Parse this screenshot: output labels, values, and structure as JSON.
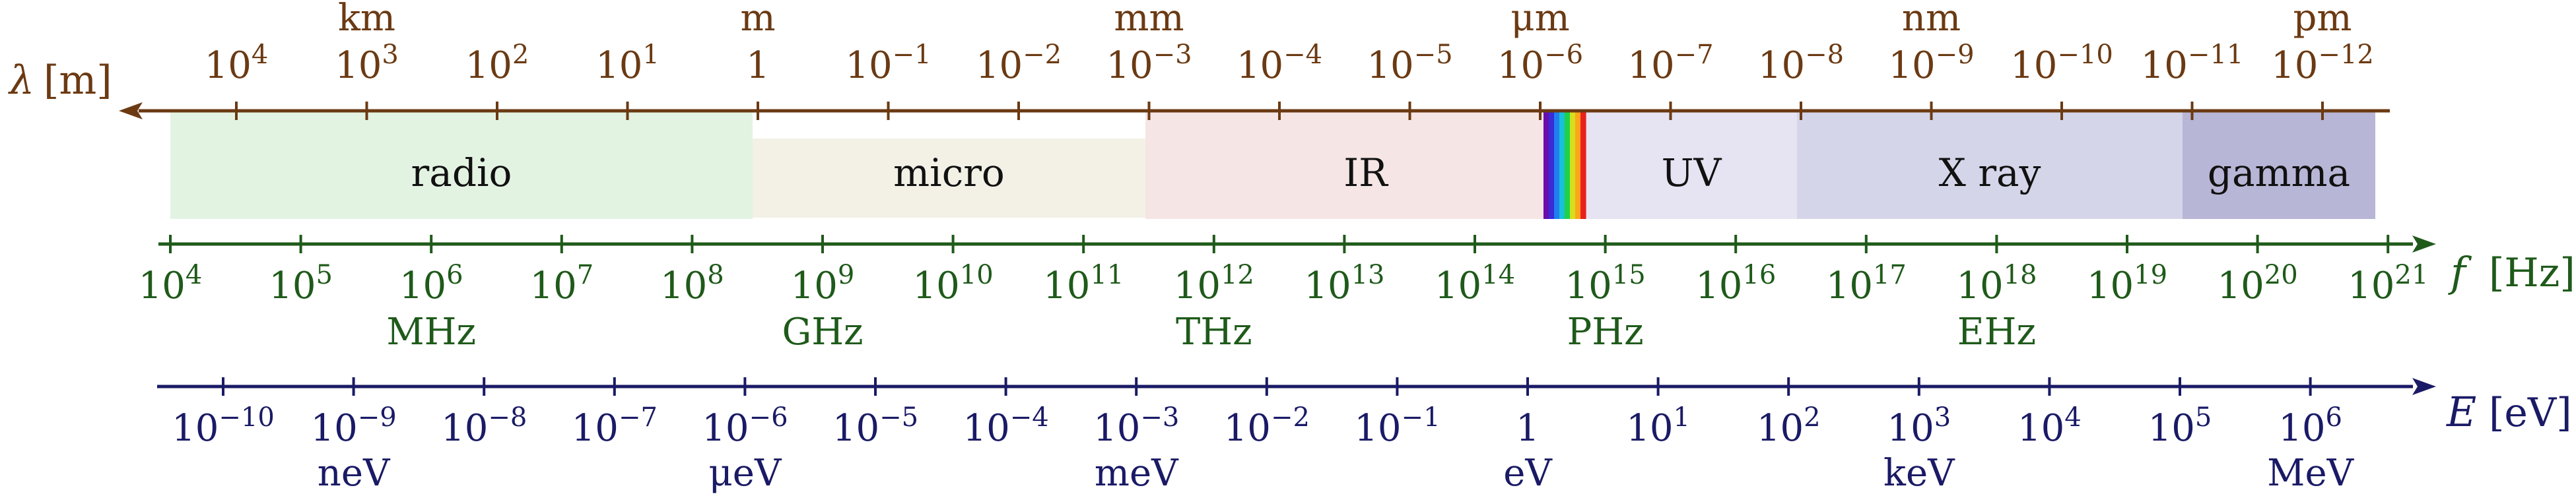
{
  "colors": {
    "wavelength": "#6b3a13",
    "frequency": "#1f5a1a",
    "energy": "#1a1a66",
    "rainbow": [
      "#6a0dad",
      "#3a2ad8",
      "#1f7ff0",
      "#18c0d8",
      "#1fd14a",
      "#d4e01c",
      "#ffa51c",
      "#e8211c"
    ]
  },
  "wavelength_axis": {
    "symbol": "λ",
    "unit": "[m]",
    "labels": [
      {
        "base": "10",
        "exp": "4"
      },
      {
        "base": "10",
        "exp": "3"
      },
      {
        "base": "10",
        "exp": "2"
      },
      {
        "base": "10",
        "exp": "1"
      },
      {
        "base": "1",
        "exp": ""
      },
      {
        "base": "10",
        "exp": "−1"
      },
      {
        "base": "10",
        "exp": "−2"
      },
      {
        "base": "10",
        "exp": "−3"
      },
      {
        "base": "10",
        "exp": "−4"
      },
      {
        "base": "10",
        "exp": "−5"
      },
      {
        "base": "10",
        "exp": "−6"
      },
      {
        "base": "10",
        "exp": "−7"
      },
      {
        "base": "10",
        "exp": "−8"
      },
      {
        "base": "10",
        "exp": "−9"
      },
      {
        "base": "10",
        "exp": "−10"
      },
      {
        "base": "10",
        "exp": "−11"
      },
      {
        "base": "10",
        "exp": "−12"
      }
    ],
    "unit_names": [
      {
        "label": "km",
        "at": 1
      },
      {
        "label": "m",
        "at": 4
      },
      {
        "label": "mm",
        "at": 7
      },
      {
        "label": "μm",
        "at": 10
      },
      {
        "label": "nm",
        "at": 13
      },
      {
        "label": "pm",
        "at": 16
      }
    ]
  },
  "bands": [
    {
      "label": "radio",
      "color": "#e3f3e2"
    },
    {
      "label": "micro",
      "color": "#f3f1e6"
    },
    {
      "label": "IR",
      "color": "#f6e5e5"
    },
    {
      "label": "UV",
      "color": "#e6e3f3"
    },
    {
      "label": "X ray",
      "color": "#d4d5e8"
    },
    {
      "label": "gamma",
      "color": "#b7b6d6"
    }
  ],
  "frequency_axis": {
    "symbol": "f",
    "unit": "[Hz]",
    "labels": [
      {
        "base": "10",
        "exp": "4"
      },
      {
        "base": "10",
        "exp": "5"
      },
      {
        "base": "10",
        "exp": "6"
      },
      {
        "base": "10",
        "exp": "7"
      },
      {
        "base": "10",
        "exp": "8"
      },
      {
        "base": "10",
        "exp": "9"
      },
      {
        "base": "10",
        "exp": "10"
      },
      {
        "base": "10",
        "exp": "11"
      },
      {
        "base": "10",
        "exp": "12"
      },
      {
        "base": "10",
        "exp": "13"
      },
      {
        "base": "10",
        "exp": "14"
      },
      {
        "base": "10",
        "exp": "15"
      },
      {
        "base": "10",
        "exp": "16"
      },
      {
        "base": "10",
        "exp": "17"
      },
      {
        "base": "10",
        "exp": "18"
      },
      {
        "base": "10",
        "exp": "19"
      },
      {
        "base": "10",
        "exp": "20"
      },
      {
        "base": "10",
        "exp": "21"
      }
    ],
    "unit_names": [
      {
        "label": "MHz",
        "at": 2
      },
      {
        "label": "GHz",
        "at": 5
      },
      {
        "label": "THz",
        "at": 8
      },
      {
        "label": "PHz",
        "at": 11
      },
      {
        "label": "EHz",
        "at": 14
      }
    ]
  },
  "energy_axis": {
    "symbol": "E",
    "unit": "[eV]",
    "labels": [
      {
        "base": "10",
        "exp": "−10"
      },
      {
        "base": "10",
        "exp": "−9"
      },
      {
        "base": "10",
        "exp": "−8"
      },
      {
        "base": "10",
        "exp": "−7"
      },
      {
        "base": "10",
        "exp": "−6"
      },
      {
        "base": "10",
        "exp": "−5"
      },
      {
        "base": "10",
        "exp": "−4"
      },
      {
        "base": "10",
        "exp": "−3"
      },
      {
        "base": "10",
        "exp": "−2"
      },
      {
        "base": "10",
        "exp": "−1"
      },
      {
        "base": "1",
        "exp": ""
      },
      {
        "base": "10",
        "exp": "1"
      },
      {
        "base": "10",
        "exp": "2"
      },
      {
        "base": "10",
        "exp": "3"
      },
      {
        "base": "10",
        "exp": "4"
      },
      {
        "base": "10",
        "exp": "5"
      },
      {
        "base": "10",
        "exp": "6"
      }
    ],
    "unit_names": [
      {
        "label": "neV",
        "at": 1
      },
      {
        "label": "μeV",
        "at": 4
      },
      {
        "label": "meV",
        "at": 7
      },
      {
        "label": "eV",
        "at": 10
      },
      {
        "label": "keV",
        "at": 13
      },
      {
        "label": "MeV",
        "at": 16
      }
    ]
  }
}
